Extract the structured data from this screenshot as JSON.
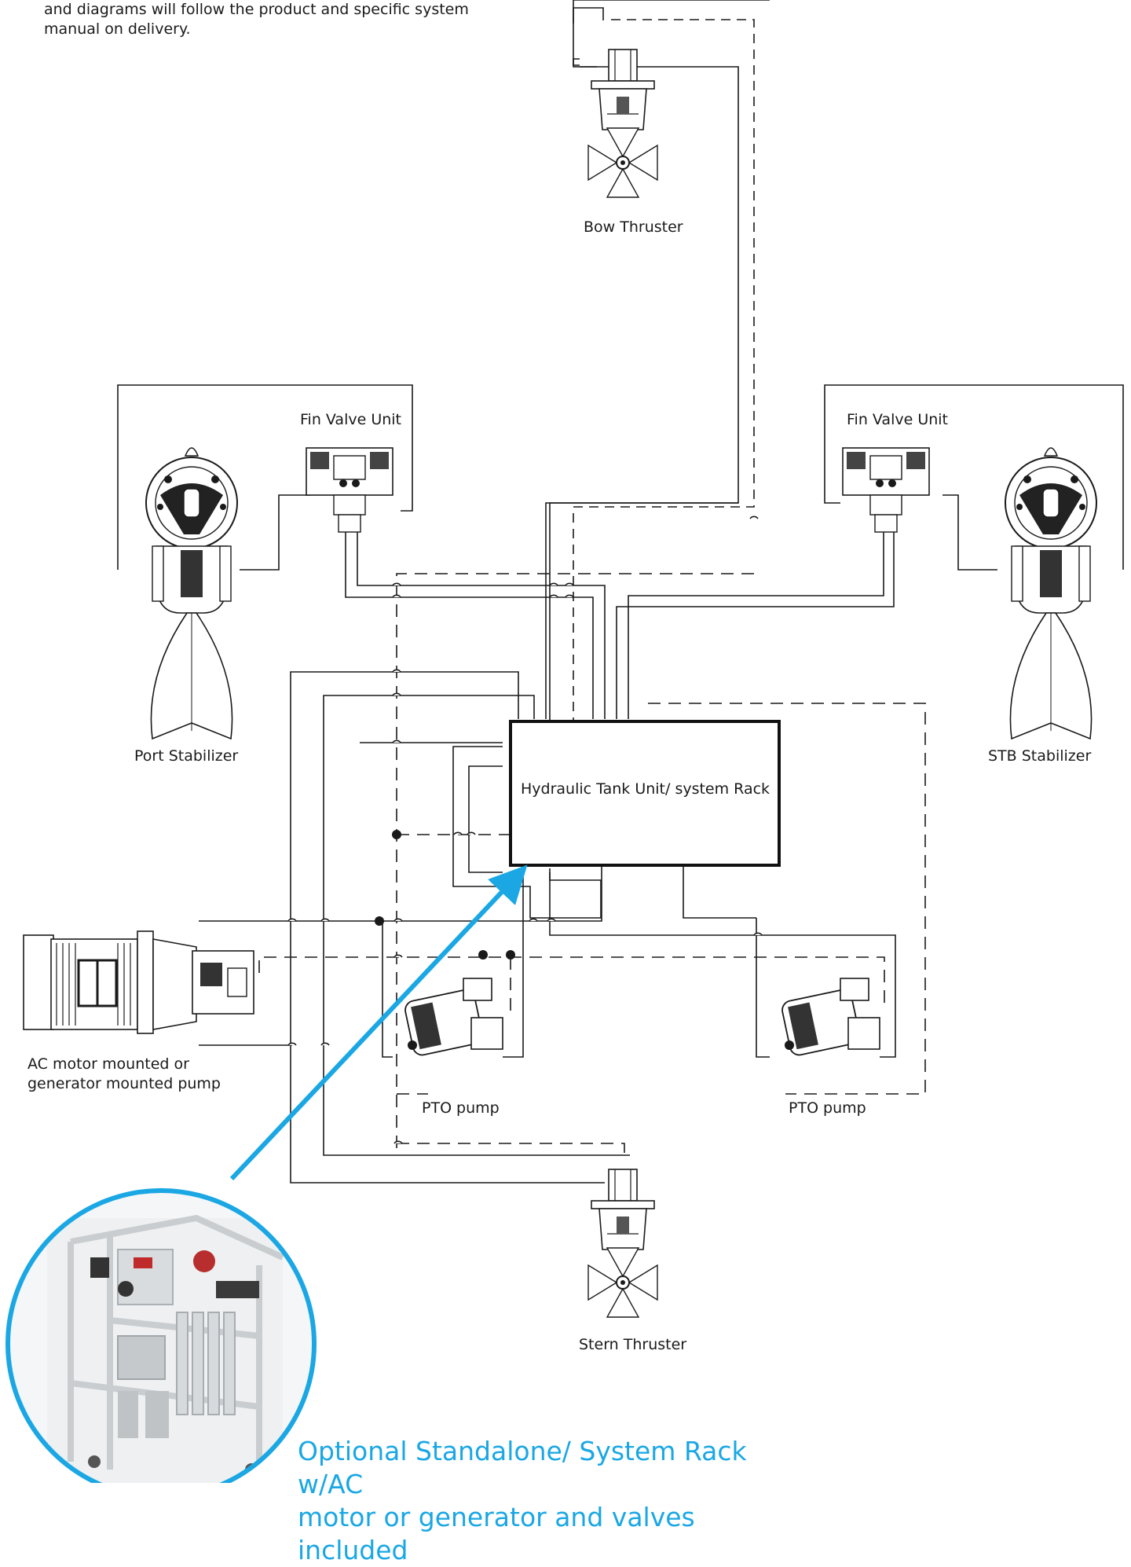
{
  "intro_text": {
    "line1": "and diagrams will follow the product and specific system",
    "line2": "manual on delivery."
  },
  "labels": {
    "bow_thruster": "Bow Thruster",
    "fin_valve_unit_port": "Fin Valve Unit",
    "fin_valve_unit_stb": "Fin Valve Unit",
    "port_stabilizer": "Port Stabilizer",
    "stb_stabilizer": "STB Stabilizer",
    "hydraulic_tank": "Hydraulic Tank Unit/ system Rack",
    "ac_motor_line1": "AC motor mounted or",
    "ac_motor_line2": "generator mounted pump",
    "pto_pump_left": "PTO pump",
    "pto_pump_right": "PTO pump",
    "stern_thruster": "Stern Thruster"
  },
  "callout": {
    "line1": "Optional Standalone/ System Rack w/AC",
    "line2": "motor or generator and valves included"
  },
  "colors": {
    "accent": "#1aa7e4",
    "line": "#1a1a1a"
  }
}
